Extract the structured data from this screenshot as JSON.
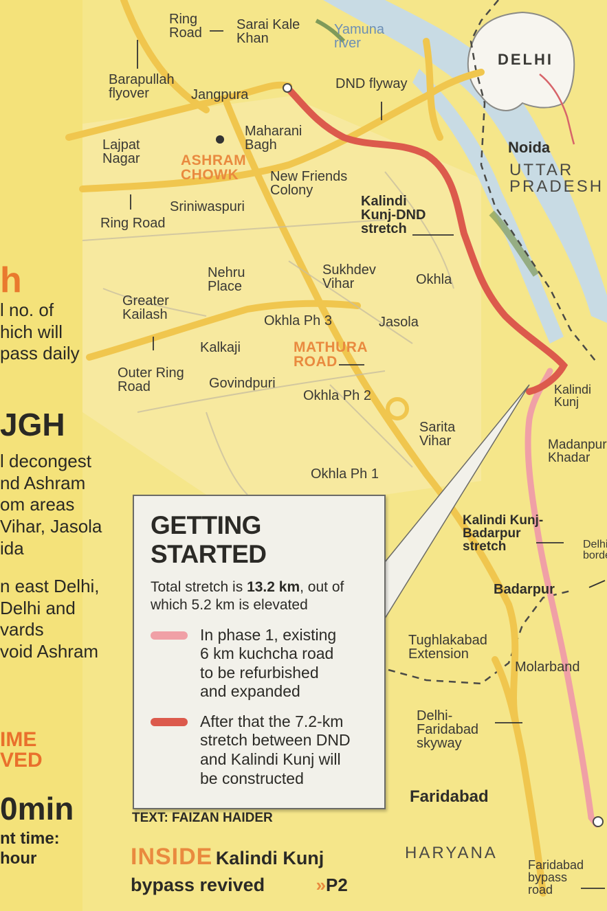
{
  "colors": {
    "map_bg": "#f4e27a",
    "water": "#c8dbe4",
    "roads": "#f0c64e",
    "phase1_route": "#f0a0a6",
    "phase2_route": "#dc5a4c",
    "accent_orange": "#e98a3f",
    "info_box_bg": "#f2f1ea"
  },
  "map": {
    "places": {
      "ring_road_top": "Ring\nRoad",
      "sarai_kale_khan": "Sarai Kale\nKhan",
      "yamuna_river": "Yamuna\nriver",
      "delhi": "DELHI",
      "barapullah_flyover": "Barapullah\nflyover",
      "jangpura": "Jangpura",
      "dnd_flyway": "DND flyway",
      "maharani_bagh": "Maharani\nBagh",
      "lajpat_nagar": "Lajpat\nNagar",
      "ashram_chowk": "ASHRAM\nCHOWK",
      "new_friends_colony": "New Friends\nColony",
      "noida": "Noida",
      "uttar_pradesh": "UTTAR\nPRADESH",
      "sriniwaspuri": "Sriniwaspuri",
      "ring_road_left": "Ring Road",
      "kalindi_kunj_dnd_stretch": "Kalindi\nKunj-DND\nstretch",
      "nehru_place": "Nehru\nPlace",
      "sukhdev_vihar": "Sukhdev\nVihar",
      "okhla": "Okhla",
      "greater_kailash": "Greater\nKailash",
      "okhla_ph3": "Okhla Ph 3",
      "jasola": "Jasola",
      "kalkaji": "Kalkaji",
      "mathura_road": "MATHURA\nROAD",
      "outer_ring_road": "Outer Ring\nRoad",
      "govindpuri": "Govindpuri",
      "okhla_ph2": "Okhla Ph 2",
      "kalindi_kunj": "Kalindi\nKunj",
      "sarita_vihar": "Sarita\nVihar",
      "madanpur_khadar": "Madanpur\nKhadar",
      "okhla_ph1": "Okhla Ph 1",
      "kalindi_kunj_badarpur_stretch": "Kalindi Kunj-\nBadarpur\nstretch",
      "delhi_border": "Delhi\nborder",
      "badarpur": "Badarpur",
      "tughlakabad_extension": "Tughlakabad\nExtension",
      "molarband": "Molarband",
      "delhi_faridabad_skyway": "Delhi-\nFaridabad\nskyway",
      "faridabad": "Faridabad",
      "haryana": "HARYANA",
      "faridabad_bypass_road": "Faridabad\nbypass\nroad"
    }
  },
  "info_box": {
    "title": "GETTING STARTED",
    "summary_prefix": "Total stretch is ",
    "summary_bold": "13.2 km",
    "summary_suffix": ", out of which 5.2 km is elevated",
    "legend": [
      {
        "color": "#f0a0a6",
        "text": "In phase 1, existing\n6 km kuchcha road\nto be refurbished\nand expanded"
      },
      {
        "color": "#dc5a4c",
        "text": "After that the 7.2-km\nstretch between DND\nand Kalindi Kunj will\nbe constructed"
      }
    ]
  },
  "credit": "TEXT: FAIZAN HAIDER",
  "teaser": {
    "inside": "INSIDE",
    "headline": "Kalindi Kunj",
    "headline2": "bypass revived",
    "page": "P2",
    "arrow": "»"
  },
  "left_column": {
    "fragment_h": "h",
    "fragment_1": "l no. of\nhich will\npass daily",
    "heading": "JGH",
    "body_1": "l decongest\nnd Ashram\nom areas\nVihar, Jasola\nida",
    "body_2": "n east Delhi,\nDelhi and\nvards\nvoid Ashram",
    "time_label": "IME\nVED",
    "time_value": "0min",
    "time_note": "nt time:\nhour"
  }
}
